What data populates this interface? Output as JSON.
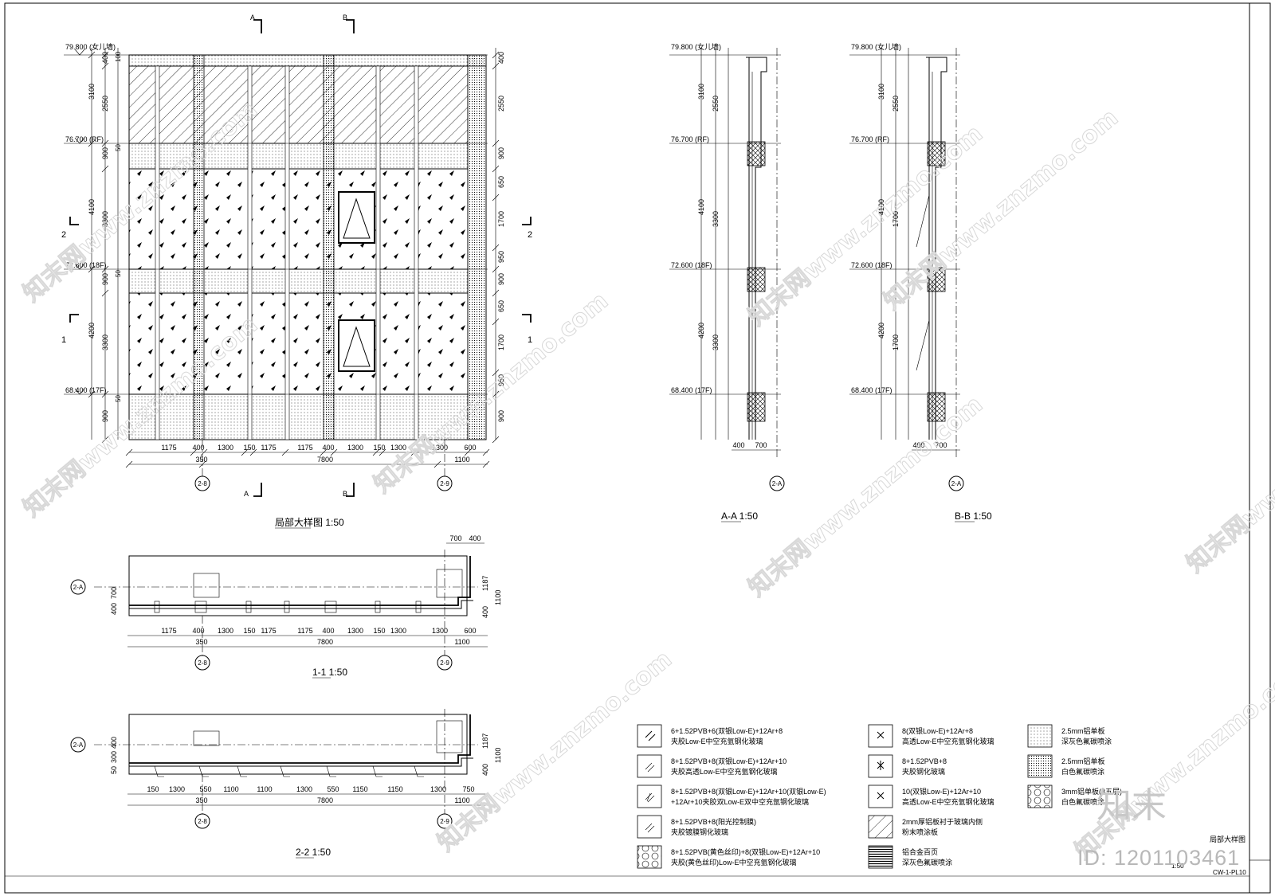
{
  "elevation": {
    "title": "局部大样图 1:50",
    "cut_a": "A",
    "cut_b": "B",
    "section_mark_1": "1",
    "section_mark_2": "2",
    "levels": [
      {
        "label": "79.800 (女儿墙)"
      },
      {
        "label": "76.700 (RF)"
      },
      {
        "label": "72.600 (18F)"
      },
      {
        "label": "68.400 (17F)"
      }
    ],
    "left_dims_outer": [
      "3100",
      "4100",
      "4200"
    ],
    "left_dims_inner": [
      "400",
      "2550",
      "900",
      "3300",
      "900",
      "3300",
      "900"
    ],
    "left_dims_small": [
      "100",
      "50",
      "50",
      "50"
    ],
    "right_dims": [
      "400",
      "2550",
      "900",
      "650",
      "1700",
      "950",
      "900",
      "650",
      "1700",
      "950",
      "900"
    ],
    "bottom_dims": [
      "1175",
      "400",
      "1300",
      "150",
      "1175",
      "1175",
      "400",
      "1300",
      "150",
      "1300",
      "1300",
      "600"
    ],
    "bottom_totals": [
      "350",
      "7800",
      "1100"
    ],
    "axis_left": "2-8",
    "axis_right": "2-9"
  },
  "section_aa": {
    "title": "A-A 1:50",
    "dims": [
      "400",
      "700"
    ],
    "axis": "2-A"
  },
  "section_bb": {
    "title": "B-B 1:50",
    "dims": [
      "400",
      "700"
    ],
    "axis": "2-A"
  },
  "plan_1": {
    "title": "1-1 1:50",
    "top_dims": [
      "700",
      "400"
    ],
    "side_dims": [
      "700",
      "400",
      "1187",
      "1100",
      "400"
    ],
    "bottom_dims": [
      "1175",
      "400",
      "1300",
      "150",
      "1175",
      "1175",
      "400",
      "1300",
      "150",
      "1300",
      "1300",
      "600"
    ],
    "bottom_totals": [
      "350",
      "7800",
      "1100"
    ],
    "axis_a": "2-A",
    "axis_left": "2-8",
    "axis_right": "2-9"
  },
  "plan_2": {
    "title": "2-2 1:50",
    "side_dims": [
      "400",
      "300",
      "50",
      "1187",
      "1100",
      "400"
    ],
    "bottom_dims": [
      "150",
      "1300",
      "550",
      "1100",
      "1100",
      "1300",
      "550",
      "1150",
      "1150",
      "1300",
      "750"
    ],
    "bottom_totals": [
      "350",
      "7800",
      "1100"
    ],
    "axis_a": "2-A",
    "axis_left": "2-8",
    "axis_right": "2-9"
  },
  "legend": {
    "items": [
      {
        "line1": "6+1.52PVB+6(双银Low-E)+12Ar+8",
        "line2": "夹胶Low-E中空充氩钢化玻璃"
      },
      {
        "line1": "8+1.52PVB+8(双银Low-E)+12Ar+10",
        "line2": "夹胶高透Low-E中空充氩钢化玻璃"
      },
      {
        "line1": "8+1.52PVB+8(双银Low-E)+12Ar+10(双银Low-E)",
        "line2": "+12Ar+10夹胶双Low-E双中空充氩钢化玻璃"
      },
      {
        "line1": "8+1.52PVB+8(阳光控制膜)",
        "line2": "夹胶镀膜钢化玻璃"
      },
      {
        "line1": "8+1.52PVB(黄色丝印)+8(双银Low-E)+12Ar+10",
        "line2": "夹胶(黄色丝印)Low-E中空充氩钢化玻璃"
      },
      {
        "line1": "8(双银Low-E)+12Ar+8",
        "line2": "高透Low-E中空充氩钢化玻璃"
      },
      {
        "line1": "8+1.52PVB+8",
        "line2": "夹胶钢化玻璃"
      },
      {
        "line1": "10(双银Low-E)+12Ar+10",
        "line2": "高透Low-E中空充氩钢化玻璃"
      },
      {
        "line1": "2mm厚铝板衬于玻璃内侧",
        "line2": "粉末喷涂板"
      },
      {
        "line1": "铝合金百页",
        "line2": "深灰色氟碳喷涂"
      },
      {
        "line1": "2.5mm铝单板",
        "line2": "深灰色氟碳喷涂"
      },
      {
        "line1": "2.5mm铝单板",
        "line2": "白色氟碳喷涂"
      },
      {
        "line1": "3mm铝单板(3五层)",
        "line2": "白色氟碳喷涂"
      }
    ]
  },
  "title_block": {
    "drawing_name": "局部大样图",
    "scale": "1:50",
    "sheet_no": "CW-1-PL10"
  },
  "watermark": {
    "text": "知末网www.znzmo.com",
    "brand": "知末",
    "id": "ID: 1201103461"
  }
}
